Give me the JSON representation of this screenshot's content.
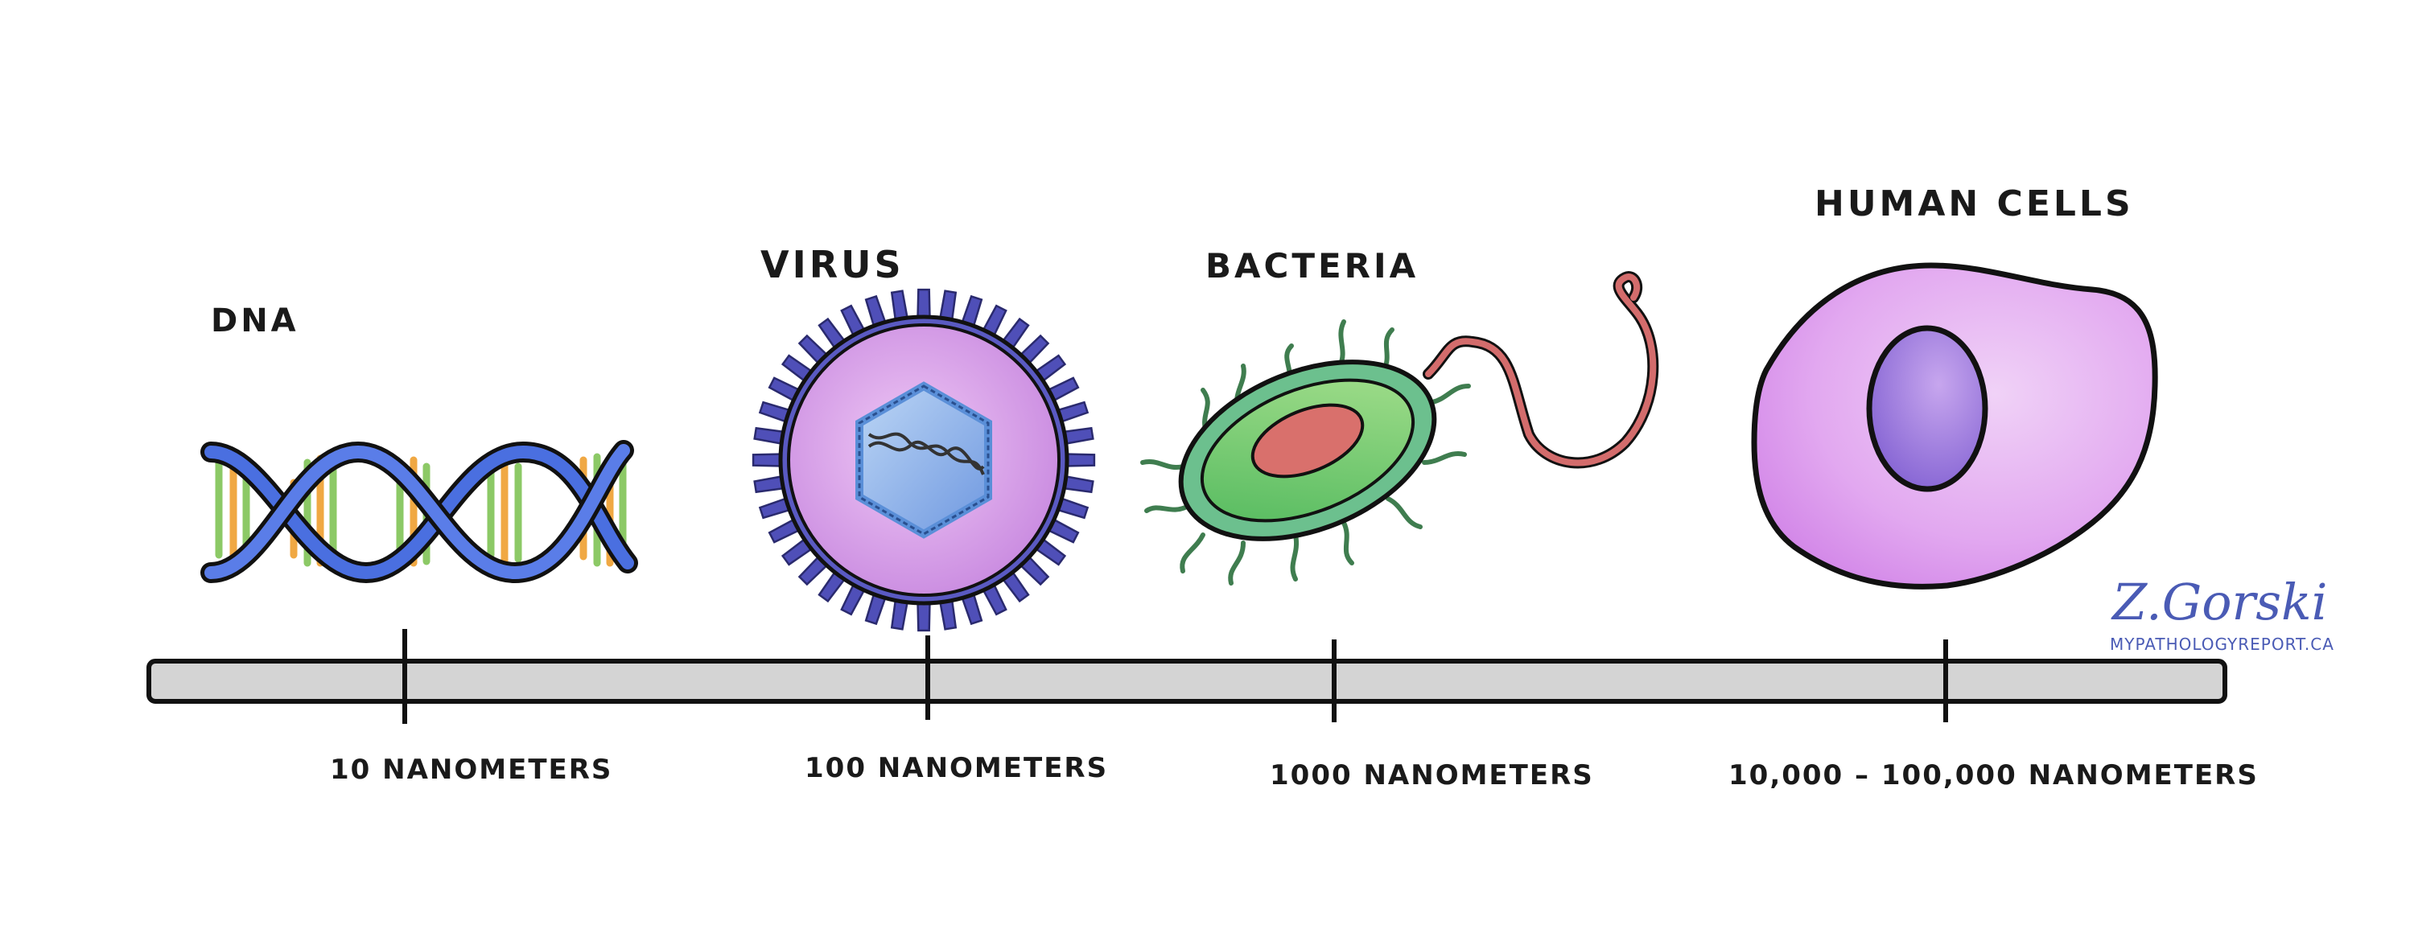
{
  "labels": {
    "dna": "DNA",
    "virus": "VIRUS",
    "bacteria": "BACTERIA",
    "human_cells": "HUMAN CELLS"
  },
  "scale": {
    "size_dna": "10 NANOMETERS",
    "size_virus": "100 NANOMETERS",
    "size_bacteria": "1000 NANOMETERS",
    "size_cells": "10,000 – 100,000 NANOMETERS"
  },
  "signature": {
    "name": "Z.Gorski",
    "url": "MYPATHOLOGYREPORT.CA"
  },
  "icons": [
    "dna-helix-icon",
    "virus-icon",
    "bacteria-icon",
    "human-cell-icon"
  ],
  "colors": {
    "dna_strand": "#4a6fe0",
    "dna_base_green": "#8cc966",
    "dna_base_orange": "#f0a843",
    "virus_body": "#d99ae8",
    "virus_spike": "#4f4fb8",
    "virus_capsid": "#8fb6ea",
    "bacteria_outer": "#6cc08e",
    "bacteria_inner": "#72d27d",
    "bacteria_nucleoid": "#d9706c",
    "flagellum": "#d36c6c",
    "cell_body": "#d792ea",
    "cell_nucleus": "#8b6ad6",
    "scale_bar": "#d4d4d4"
  }
}
